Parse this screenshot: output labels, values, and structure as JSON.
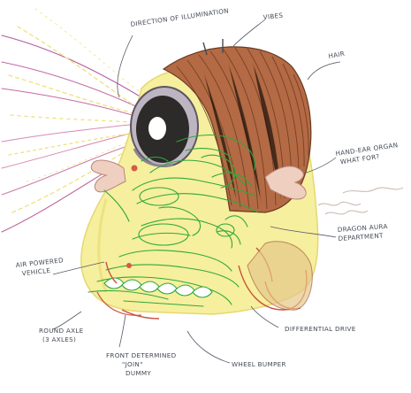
{
  "canvas": {
    "background": "#ffffff"
  },
  "colors": {
    "body_yellow": "#f6ef9e",
    "hair_brown": "#9a5a3a",
    "hair_dark": "#6b3a22",
    "eye_dark": "#2d2a2a",
    "eye_ring": "#8a8590",
    "green_ink": "#2fa83a",
    "red_ink": "#c8503a",
    "pencil_gray": "#555a66",
    "ray_pink": "#d98ab0",
    "ray_yellow": "#f0e27a",
    "ear_pink": "#efcfc0"
  },
  "annotations": {
    "direction": "DIRECTION OF ILLUMINATION",
    "vibes": "VIBES",
    "hair": "HAIR",
    "hand_ear": "HAND-EAR ORGAN\nWHAT FOR?",
    "dragon_aura": "DRAGON AURA\nDEPARTMENT",
    "air_powered": "AIR POWERED\nVEHICLE",
    "round_axle": "ROUND AXLE\n(3 AXLES)",
    "front_sleeve": "FRONT DETERMINED\n\"JOIN\"\nDUMMY",
    "differential": "DIFFERENTIAL DRIVE",
    "wheel_bumper": "WHEEL BUMPER"
  }
}
